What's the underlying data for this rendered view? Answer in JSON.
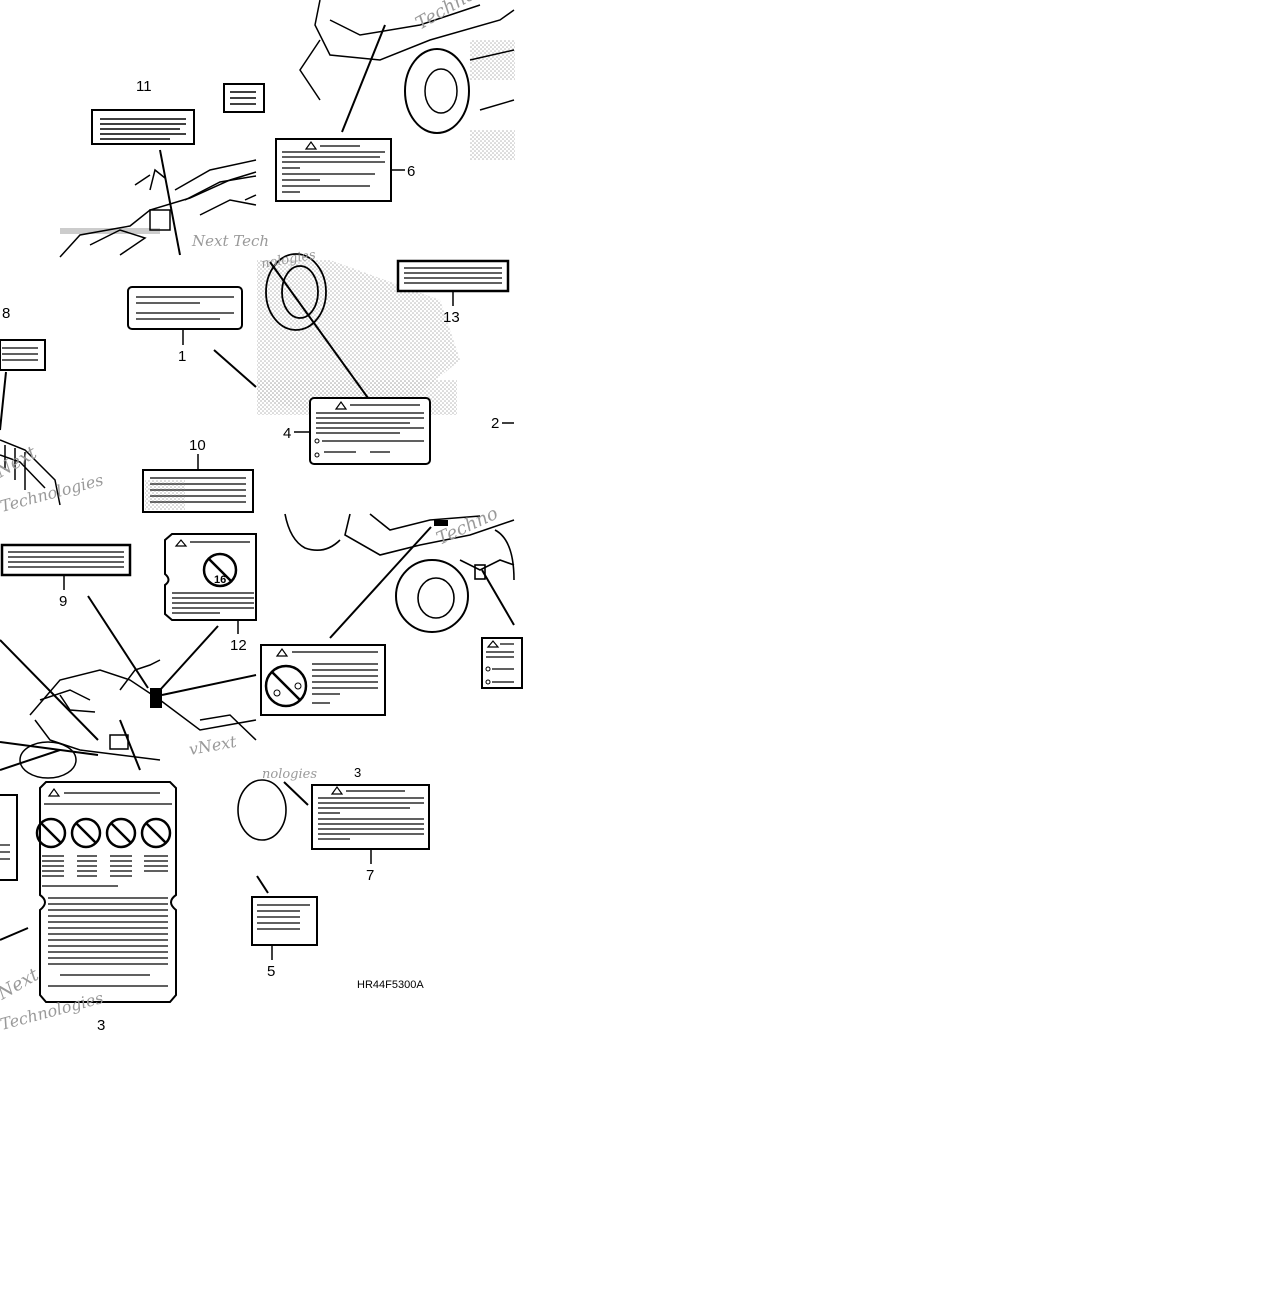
{
  "diagram": {
    "callouts": {
      "c1": "1",
      "c2": "2",
      "c3": "3",
      "c4": "4",
      "c5": "5",
      "c6": "6",
      "c7": "7",
      "c8": "8",
      "c9": "9",
      "c10": "10",
      "c11": "11",
      "c12": "12",
      "c13": "13",
      "c3b": "3"
    },
    "speed_badge": "16",
    "part_code": "HR44F5300A",
    "watermarks": {
      "w1": "Technologies",
      "w2": "Next Tech",
      "w3": "Next",
      "w4": "Technologies",
      "w5": "Techno",
      "w6": "vNext",
      "w7": "Next",
      "w8": "nologies",
      "w9": "Technologies"
    },
    "colors": {
      "ink": "#000000",
      "watermark": "#9a9a9a",
      "stipple": "#bdbdbd"
    }
  }
}
